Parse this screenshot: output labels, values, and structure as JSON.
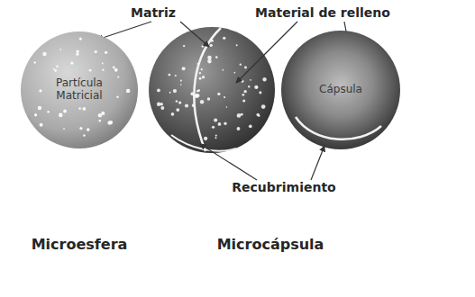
{
  "diagram": {
    "nodes": [
      {
        "text": [
          "Partícula Matricial"
        ]
      },
      {
        "text": [
          "Cápsula"
        ]
      }
    ],
    "labels": [
      "Matriz",
      "Material de relleno",
      "Recubrimiento",
      "Microesfera",
      "Microcápsula"
    ]
  }
}
